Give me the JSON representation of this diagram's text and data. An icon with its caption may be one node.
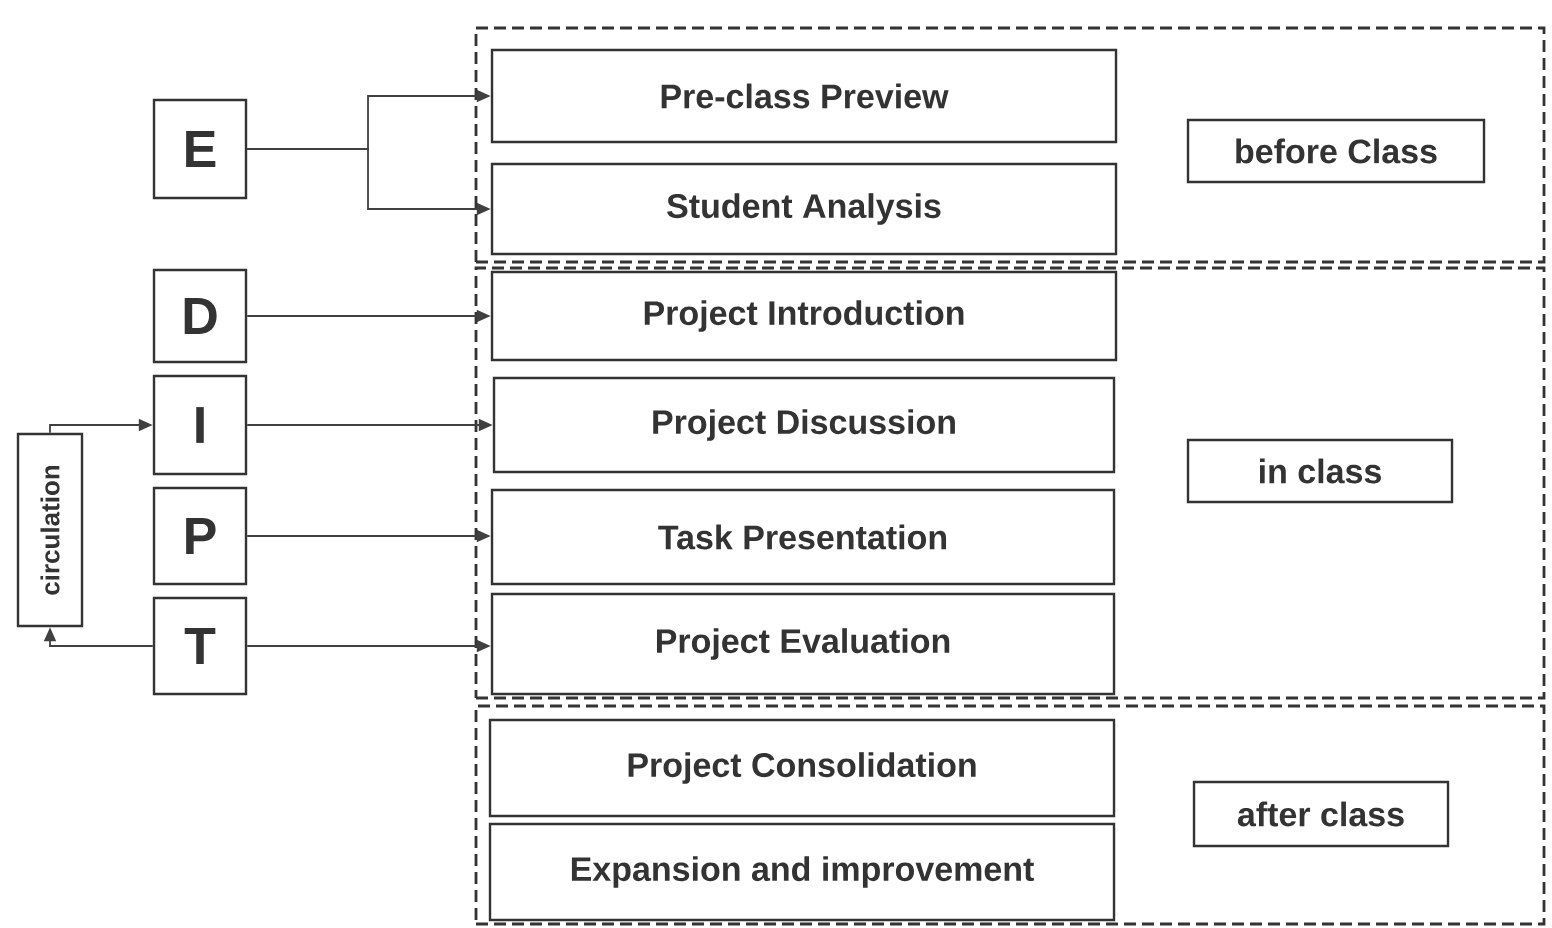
{
  "diagram": {
    "nodes": [
      {
        "text": [],
        "shape": "box"
      },
      {
        "text": [
          "Pre-class Preview"
        ],
        "in": 0
      },
      {
        "text": [
          "Student Analysis"
        ],
        "in": 0
      },
      {
        "text": [
          "before Class"
        ],
        "in": 0
      },
      {
        "text": [],
        "shape": "box"
      },
      {
        "text": [
          "Project Introduction"
        ],
        "in": 4
      },
      {
        "text": [
          "Project Discussion"
        ],
        "in": 4
      },
      {
        "text": [
          "Task Presentation"
        ],
        "in": 4
      },
      {
        "text": [
          "Project Evaluation"
        ],
        "in": 4
      },
      {
        "text": [
          "in class"
        ],
        "in": 4
      },
      {
        "text": [],
        "shape": "box"
      },
      {
        "text": [
          "Project Consolidation"
        ],
        "in": 10
      },
      {
        "text": [
          "Expansion and improvement"
        ],
        "in": 10
      },
      {
        "text": [
          "after class"
        ],
        "in": 10
      },
      {
        "text": [
          "E"
        ]
      },
      {
        "text": [
          "D"
        ]
      },
      {
        "text": [
          "I"
        ]
      },
      {
        "text": [
          "P"
        ]
      },
      {
        "text": [
          "T"
        ]
      },
      {
        "text": [
          "circulation"
        ]
      }
    ],
    "edges": [
      {
        "from": 14,
        "to": 1,
        "arrow": "to"
      },
      {
        "from": 14,
        "to": 2,
        "arrow": "to"
      },
      {
        "from": 15,
        "to": 5,
        "arrow": "to"
      },
      {
        "from": 16,
        "to": 6,
        "arrow": "to"
      },
      {
        "from": 17,
        "to": 7,
        "arrow": "to"
      },
      {
        "from": 18,
        "to": 8,
        "arrow": "to"
      },
      {
        "from": 18,
        "to": 19,
        "arrow": "to"
      },
      {
        "from": 19,
        "to": 16,
        "arrow": "to"
      }
    ]
  }
}
